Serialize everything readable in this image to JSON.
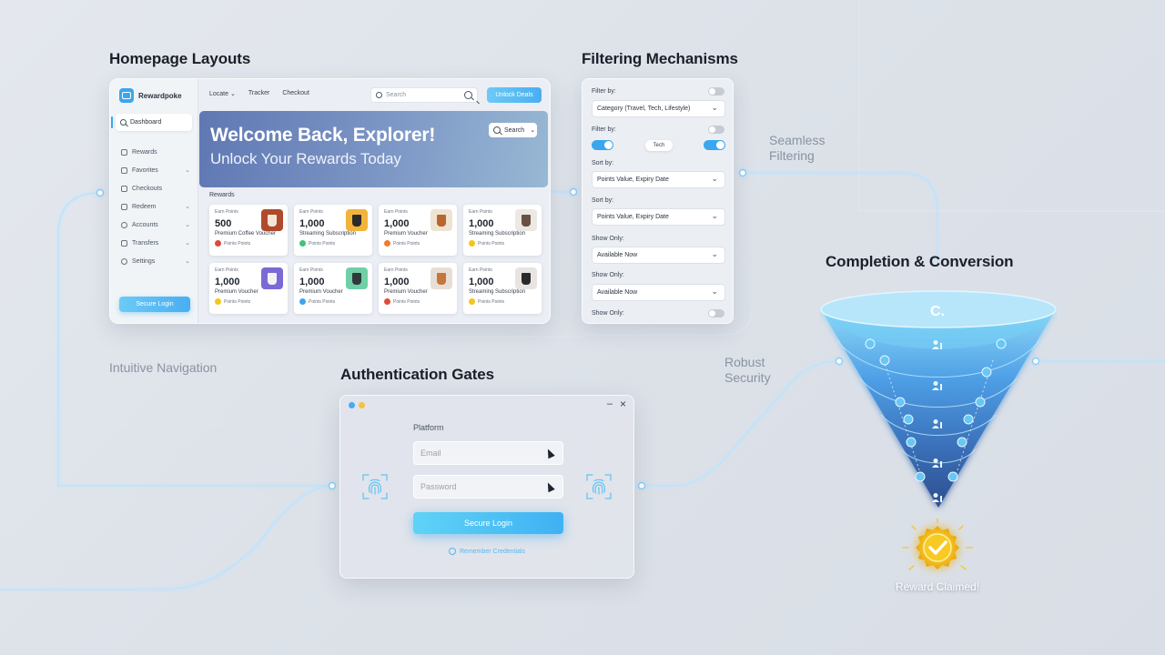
{
  "sections": {
    "homepage": "Homepage Layouts",
    "filtering": "Filtering Mechanisms",
    "auth": "Authentication Gates",
    "completion": "Completion & Conversion"
  },
  "flow_labels": {
    "navigation": "Intuitive Navigation",
    "filtering_l1": "Seamless",
    "filtering_l2": "Filtering",
    "security_l1": "Robust",
    "security_l2": "Security"
  },
  "homepage": {
    "brand": "Rewardpoke",
    "side_active": "Dashboard",
    "side_items": [
      "Rewards",
      "Favorites",
      "Checkouts",
      "Redeem",
      "Accounts",
      "Transfers",
      "Settings"
    ],
    "side_login": "Secure Login",
    "nav": [
      "Locate",
      "Tracker",
      "Checkout"
    ],
    "search_placeholder": "Search",
    "top_button": "Unlock Deals",
    "hero_title": "Welcome Back, Explorer!",
    "hero_subtitle": "Unlock Your Rewards Today",
    "hero_search": "Search",
    "rewards_label": "Rewards",
    "cards": [
      {
        "label": "Earn Points",
        "points": "500",
        "name": "Premium Coffee Voucher",
        "foot": "Points Points"
      },
      {
        "label": "Earn Points",
        "points": "1,000",
        "name": "Streaming Subscription",
        "foot": "Points Points"
      },
      {
        "label": "Earn Points",
        "points": "1,000",
        "name": "Premium Voucher",
        "foot": "Points Points"
      },
      {
        "label": "Earn Points",
        "points": "1,000",
        "name": "Streaming Subscription",
        "foot": "Points Points"
      },
      {
        "label": "Earn Points",
        "points": "1,000",
        "name": "Premium Voucher",
        "foot": "Points Points"
      },
      {
        "label": "Earn Points",
        "points": "1,000",
        "name": "Premium Voucher",
        "foot": "Points Points"
      },
      {
        "label": "Earn Points",
        "points": "1,000",
        "name": "Premium Voucher",
        "foot": "Points Points"
      },
      {
        "label": "Earn Points",
        "points": "1,000",
        "name": "Streaming Subscription",
        "foot": "Points Points"
      }
    ]
  },
  "filtering": {
    "filter_by_1": "Filter by:",
    "category": "Category (Travel, Tech, Lifestyle)",
    "filter_by_2": "Filter by:",
    "chip": "Tech",
    "sort_by_1": "Sort by:",
    "sort_value_1": "Points Value, Expiry Date",
    "sort_by_2": "Sort by:",
    "sort_value_2": "Points Value, Expiry Date",
    "show_only_1": "Show Only:",
    "show_value_1": "Available Now",
    "show_only_2": "Show Only:",
    "show_value_2": "Available Now",
    "show_only_3": "Show Only:"
  },
  "auth": {
    "title": "Platform",
    "email_placeholder": "Email",
    "password_placeholder": "Password",
    "button": "Secure Login",
    "remember": "Remember Credentials",
    "close": "×",
    "minimize": "–"
  },
  "funnel": {
    "top_label": "C.",
    "reward_text": "Reward Claimed!"
  },
  "colors": {
    "accent": "#3aa6f0",
    "hero_start": "#5f78b3",
    "funnel_top": "#6ec3f2",
    "funnel_bottom": "#2e5a9c",
    "reward_gold": "#f5c518"
  }
}
